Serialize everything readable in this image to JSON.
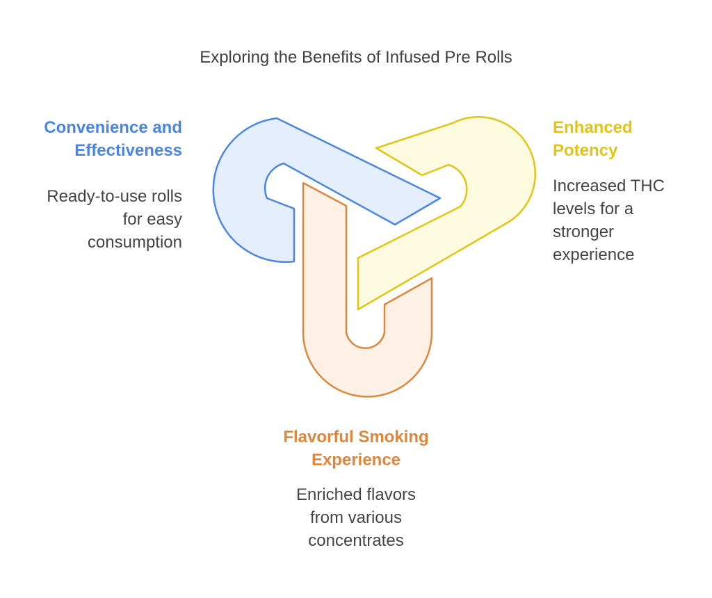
{
  "title": "Exploring the Benefits of Infused Pre Rolls",
  "colors": {
    "blue": "#4a86e0",
    "yellow": "#e2c514",
    "orange": "#e0863a",
    "blue_fill": "#e5eefc",
    "yellow_fill": "#fcfbe0",
    "orange_fill": "#fdf0e4"
  },
  "items": [
    {
      "heading": "Convenience and\nEffectiveness",
      "description": "Ready-to-use rolls\nfor easy\nconsumption",
      "color": "blue"
    },
    {
      "heading": "Enhanced\nPotency",
      "description": "Increased THC\nlevels for a\nstronger\nexperience",
      "color": "yellow"
    },
    {
      "heading": "Flavorful Smoking\nExperience",
      "description": "Enriched flavors\nfrom various\nconcentrates",
      "color": "orange"
    }
  ]
}
